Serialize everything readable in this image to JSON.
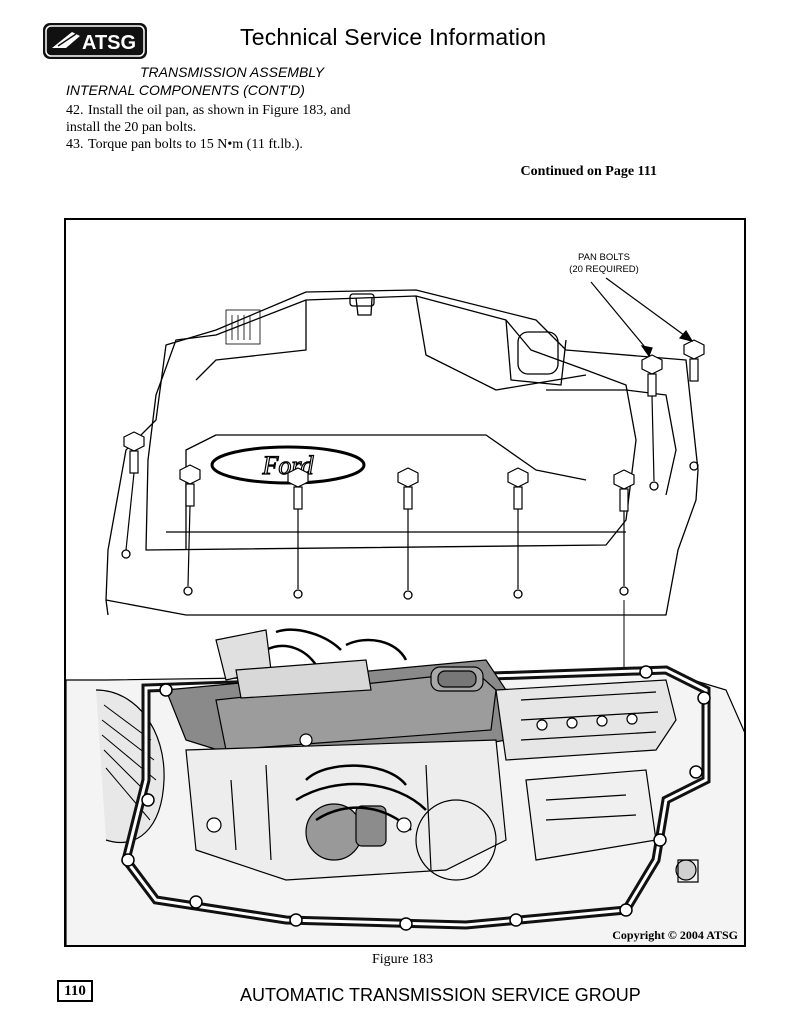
{
  "header": {
    "logo_text": "ATSG",
    "title": "Technical Service Information"
  },
  "section": {
    "title": "TRANSMISSION ASSEMBLY",
    "subtitle": "INTERNAL COMPONENTS (CONT'D)"
  },
  "steps": [
    {
      "number": "42.",
      "line1": "Install the oil pan, as shown in Figure 183, and",
      "line2": "install the 20 pan bolts."
    },
    {
      "number": "43.",
      "line1": "Torque pan bolts to 15 N•m (11 ft.lb.).",
      "line2": ""
    }
  ],
  "continued": "Continued on Page 111",
  "figure": {
    "callout_line1": "PAN BOLTS",
    "callout_line2": "(20 REQUIRED)",
    "pan_logo": "Ford",
    "copyright": "Copyright © 2004 ATSG",
    "caption": "Figure 183"
  },
  "footer": {
    "page_number": "110",
    "text": "AUTOMATIC TRANSMISSION SERVICE GROUP"
  }
}
